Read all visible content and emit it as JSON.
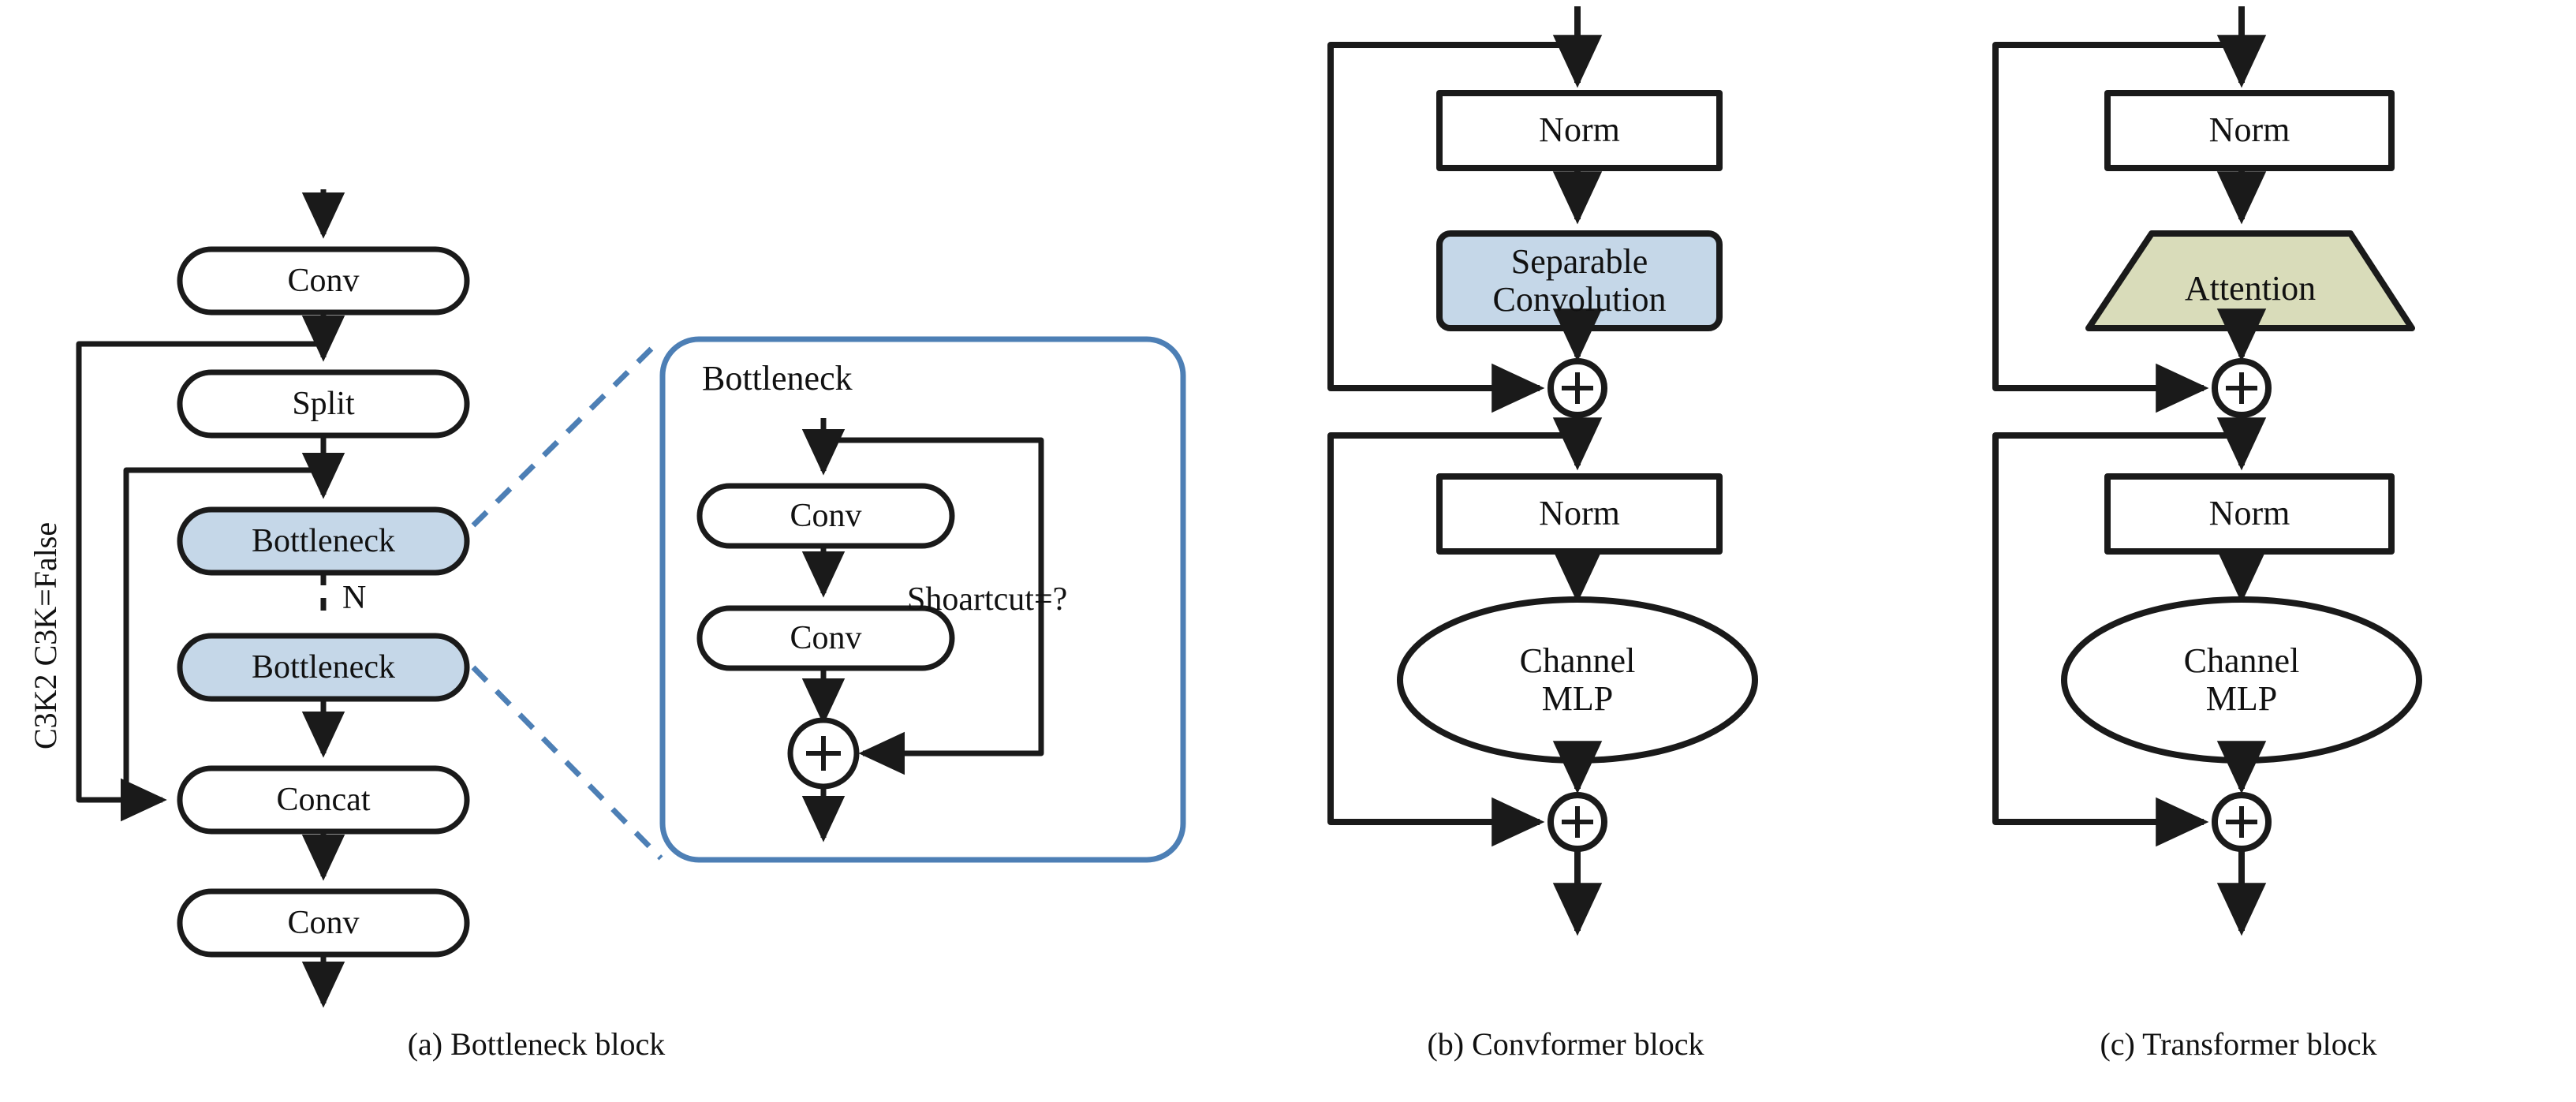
{
  "figure": {
    "title": "",
    "type": "neural-network-block-diagram",
    "background": "#ffffff"
  },
  "colors": {
    "stroke": "#1a1a1a",
    "blue_fill": "#c5d7e8",
    "green_fill": "#d9dcba",
    "accent_blue": "#4d7fb5",
    "text": "#111111"
  },
  "panel_a": {
    "caption": "(a) Bottleneck block",
    "side_label": "C3K2 C3K=False",
    "nodes": {
      "conv_top": "Conv",
      "split": "Split",
      "bottleneck_1": "Bottleneck",
      "bottleneck_2": "Bottleneck",
      "repeat_label": "N",
      "concat": "Concat",
      "conv_bottom": "Conv"
    },
    "detail": {
      "title": "Bottleneck",
      "conv_1": "Conv",
      "conv_2": "Conv",
      "shortcut_label": "Shoartcut=?",
      "add": "+"
    }
  },
  "panel_b": {
    "caption": "(b) Convformer block",
    "nodes": {
      "norm_1": "Norm",
      "token_mixer": "Separable\nConvolution",
      "add_1": "+",
      "norm_2": "Norm",
      "channel_mlp": "Channel\nMLP",
      "add_2": "+"
    }
  },
  "panel_c": {
    "caption": "(c) Transformer block",
    "nodes": {
      "norm_1": "Norm",
      "token_mixer": "Attention",
      "add_1": "+",
      "norm_2": "Norm",
      "channel_mlp": "Channel\nMLP",
      "add_2": "+"
    }
  }
}
